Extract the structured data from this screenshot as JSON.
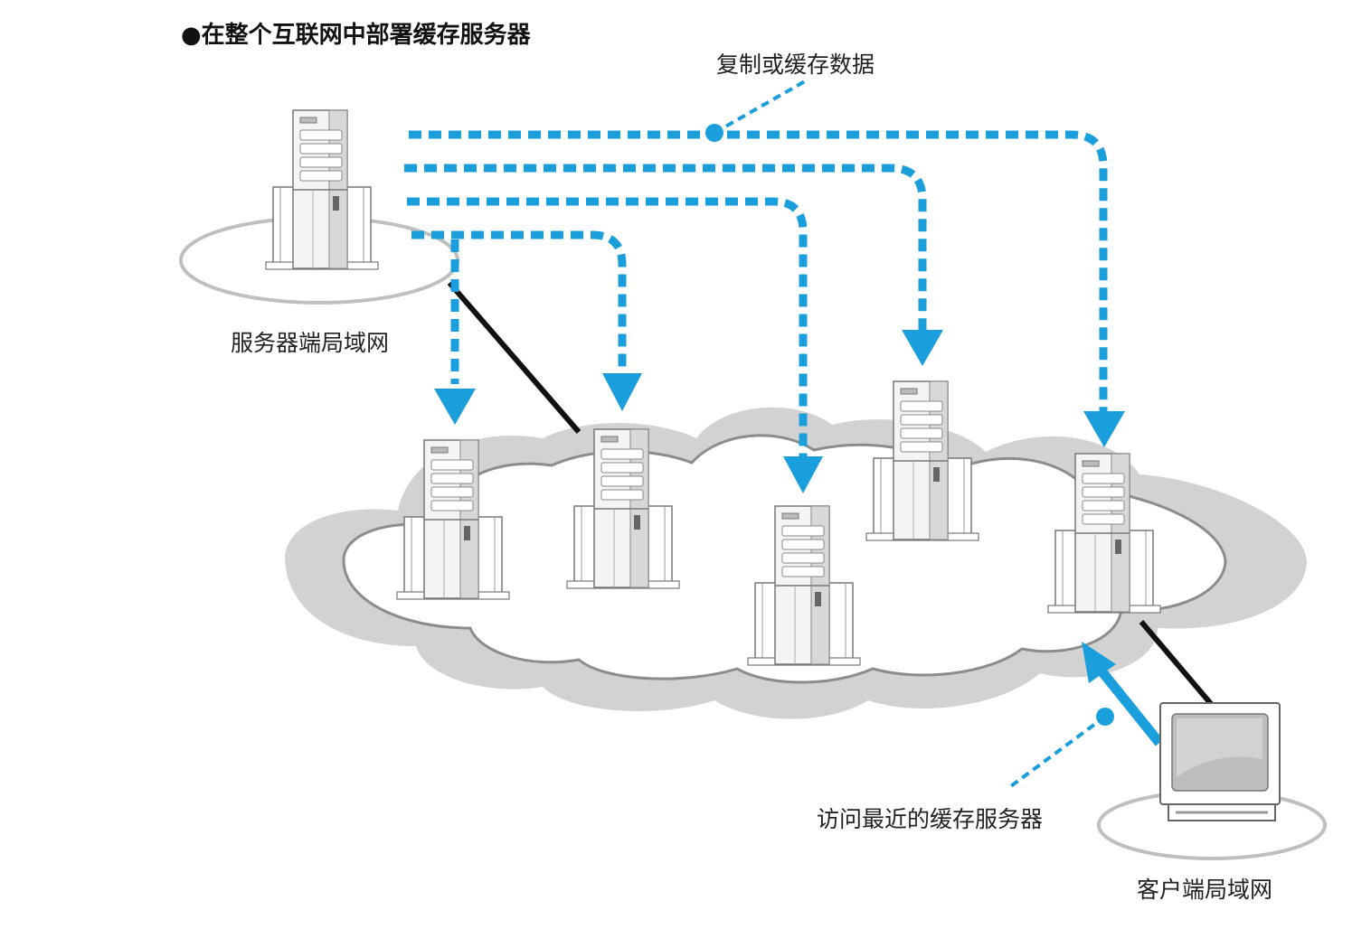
{
  "title": "●在整个互联网中部署缓存服务器",
  "labels": {
    "replicate": "复制或缓存数据",
    "server_lan": "服务器端局域网",
    "access_nearest": "访问最近的缓存服务器",
    "client_lan": "客户端局域网"
  },
  "colors": {
    "arrow_blue": "#1a9fdc",
    "cloud_shadow": "#d2d2d2",
    "cloud_fill": "#ffffff",
    "cloud_stroke": "#8c8c8c",
    "link_black": "#111111"
  },
  "icons": {
    "server": "tower-server-icon",
    "client": "monitor-icon"
  }
}
